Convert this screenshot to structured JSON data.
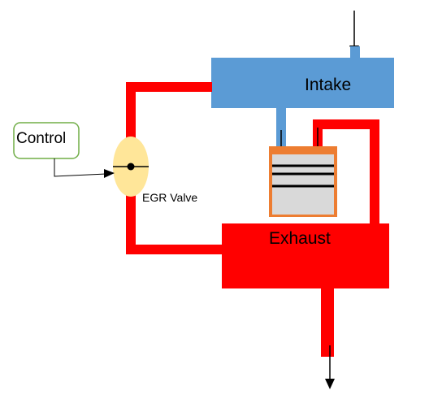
{
  "labels": {
    "intake": "Intake",
    "exhaust": "Exhaust",
    "egr_valve": "EGR Valve",
    "control": "Control"
  },
  "colors": {
    "intake_fill": "#5b9bd5",
    "egr_pipe": "#ff0000",
    "exhaust_fill": "#ff0000",
    "cylinder_fill": "#d9d9d9",
    "cylinder_border": "#ed7d31",
    "valve_fill": "#ffe699",
    "control_border": "#70ad47",
    "arrow": "#000000"
  }
}
